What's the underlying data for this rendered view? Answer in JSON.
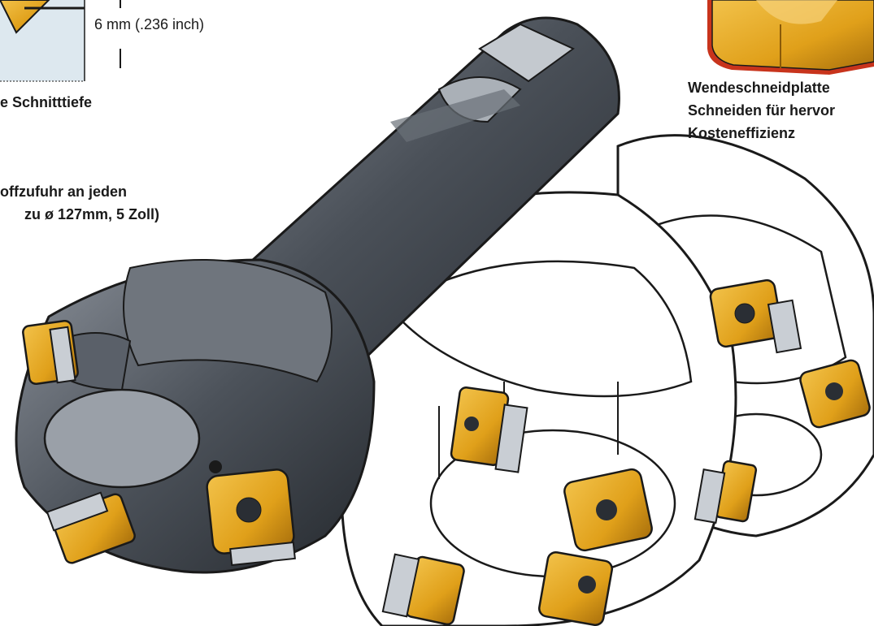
{
  "annotations": {
    "dimension": "6 mm (.236 inch)",
    "depth_label": "e Schnitttiefe",
    "coolant_line1": "offzufuhr an jeden",
    "coolant_line2": "zu ø 127mm, 5 Zoll)",
    "insert_line1": "Wendeschneidplatte",
    "insert_line2": "Schneiden für hervor",
    "insert_line3": "Kosteneffizienz"
  },
  "colors": {
    "insert_gold": "#e0a01a",
    "insert_shadow": "#b07a10",
    "insert_edge_red": "#c8341c",
    "tool_dark": "#3a3f46",
    "tool_mid": "#5a6069",
    "tool_light": "#9aa0a8",
    "outline": "#1a1a1a",
    "inset_blue": "#dde8ef"
  }
}
